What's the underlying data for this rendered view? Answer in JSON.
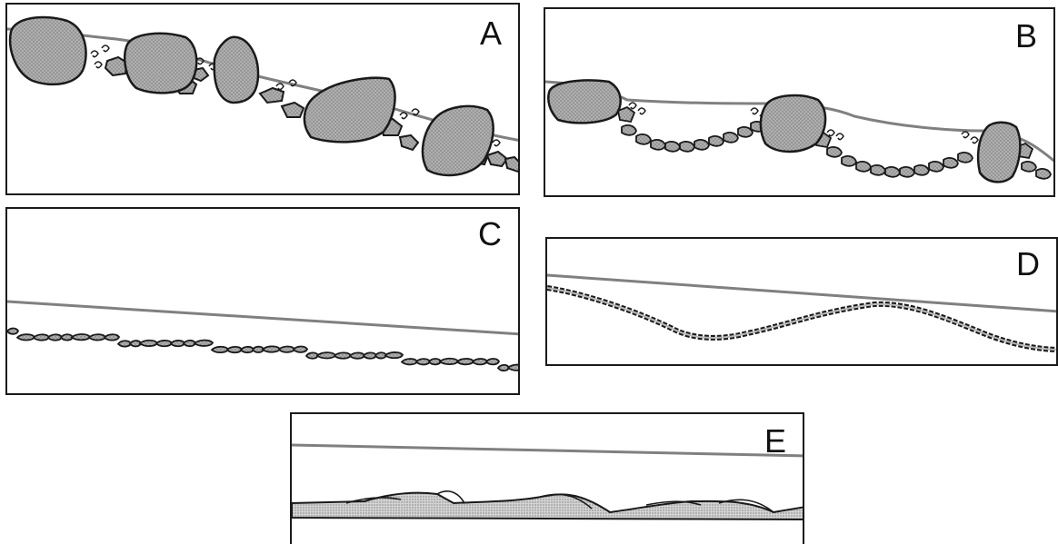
{
  "panels": {
    "a": {
      "label": "A"
    },
    "b": {
      "label": "B"
    },
    "c": {
      "label": "C"
    },
    "d": {
      "label": "D"
    },
    "e": {
      "label": "E"
    }
  },
  "colors": {
    "outline": "#1a1a1a",
    "boulder_fill": "#a9a9a9",
    "cobble_fill": "#b8b8b8",
    "bed_fill": "#c4c4c4",
    "water_line": "#7a7a7a",
    "background": "#ffffff"
  }
}
